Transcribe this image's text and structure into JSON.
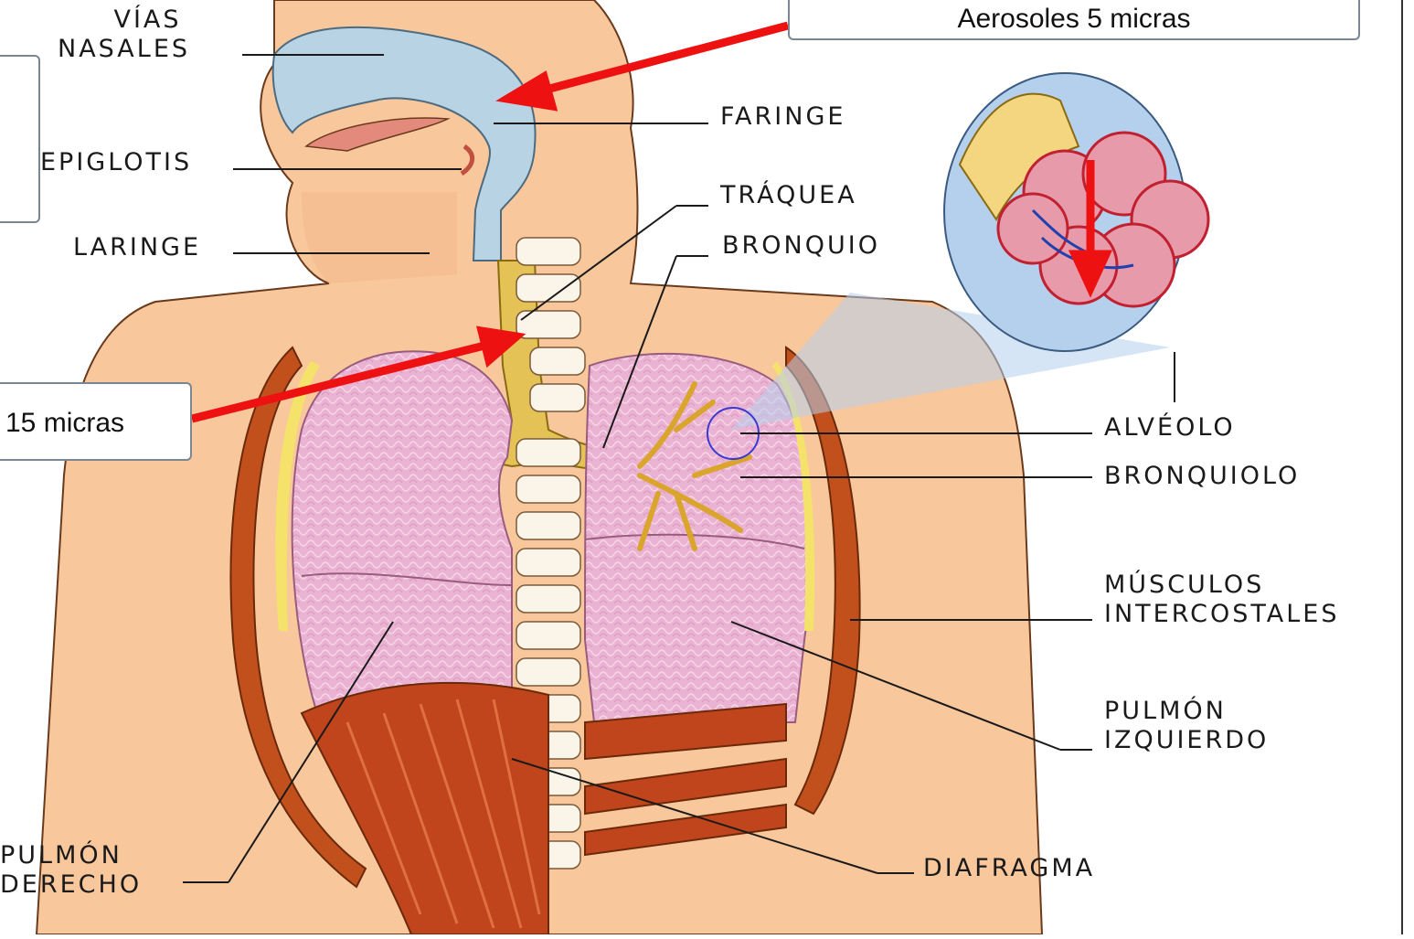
{
  "labels": {
    "vias_nasales": [
      "VÍAS",
      "NASALES"
    ],
    "epiglotis": "EPIGLOTIS",
    "laringe": "LARINGE",
    "faringe": "FARINGE",
    "traquea": "TRÁQUEA",
    "bronquio": "BRONQUIO",
    "alveolo": "ALVÉOLO",
    "bronquiolo": "BRONQUIOLO",
    "musculos_intercostales": [
      "MÚSCULOS",
      "INTERCOSTALES"
    ],
    "pulmon_izquierdo": [
      "PULMÓN",
      "IZQUIERDO"
    ],
    "pulmon_derecho": [
      "PULMÓN",
      "DERECHO"
    ],
    "diafragma": "DIAFRAGMA"
  },
  "callouts": {
    "aerosoles": "Aerosoles 5 micras",
    "micras_15": "15 micras"
  },
  "colors": {
    "skin": "#f8c79c",
    "airway": "#b8d3e3",
    "lung": "#eab3d3",
    "trachea": "#e4c256",
    "rib": "#c2501d",
    "spine": "#fbf4e8",
    "alveolus_bg": "#b5d0ec",
    "arrow": "#ee1111"
  }
}
